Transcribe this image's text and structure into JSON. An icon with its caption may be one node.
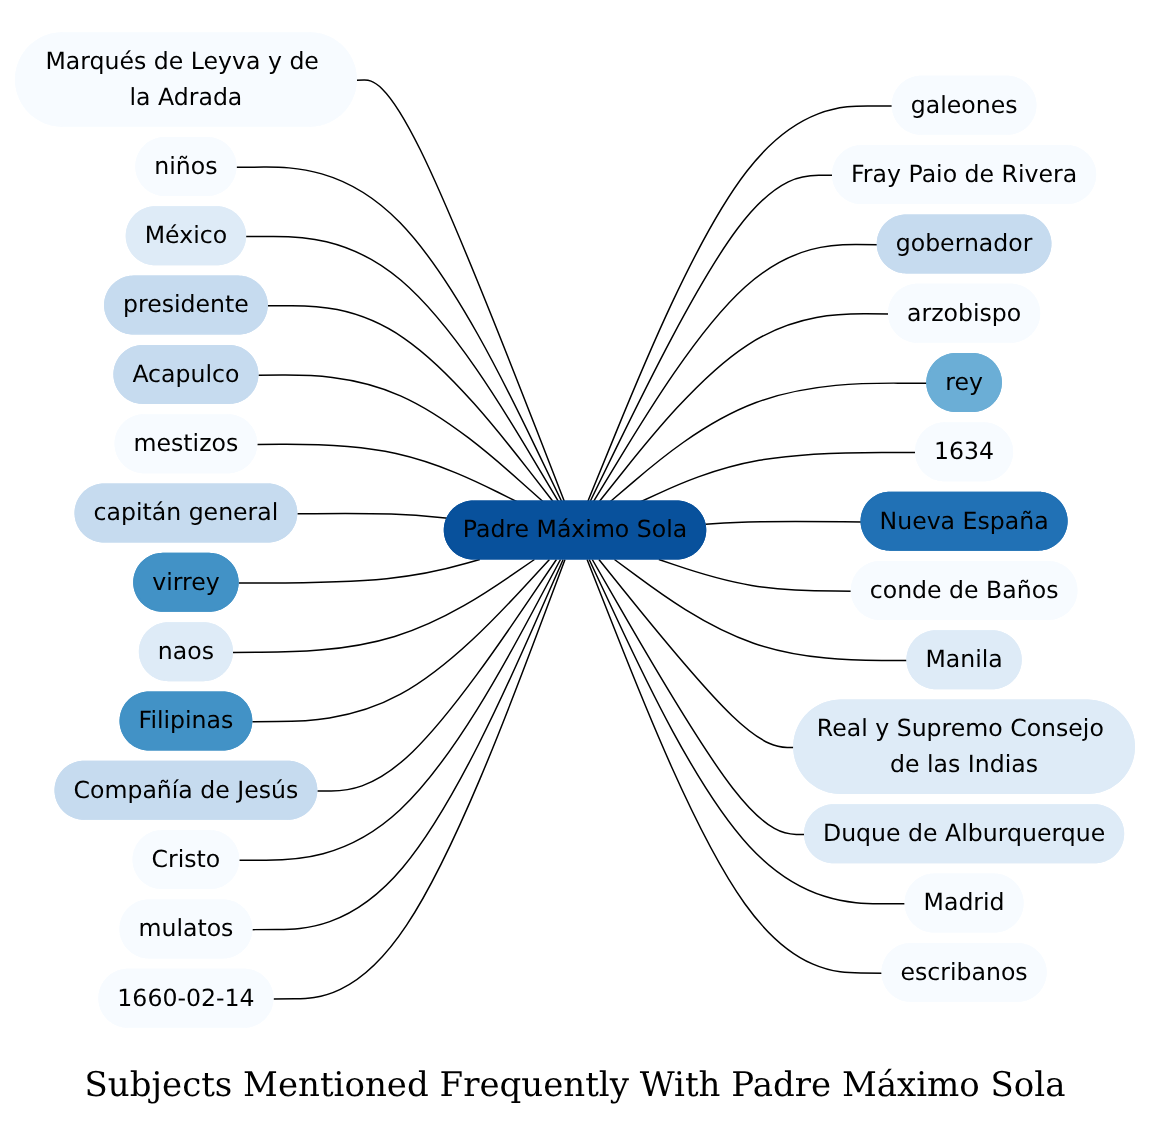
{
  "diagram": {
    "title": "Subjects Mentioned Frequently With Padre Máximo Sola",
    "nodes": [
      {
        "text": [
          "Padre Máximo Sola"
        ]
      },
      {
        "text": [
          "Marqués de Leyva y de la Adrada"
        ]
      },
      {
        "text": [
          "niños"
        ]
      },
      {
        "text": [
          "galeones"
        ]
      },
      {
        "text": [
          "Fray Paio de Rivera"
        ]
      },
      {
        "text": [
          "México"
        ]
      },
      {
        "text": [
          "presidente"
        ]
      },
      {
        "text": [
          "Acapulco"
        ]
      },
      {
        "text": [
          "gobernador"
        ]
      },
      {
        "text": [
          "arzobispo"
        ]
      },
      {
        "text": [
          "mestizos"
        ]
      },
      {
        "text": [
          "capitán general"
        ]
      },
      {
        "text": [
          "virrey"
        ]
      },
      {
        "text": [
          "rey"
        ]
      },
      {
        "text": [
          "1634"
        ]
      },
      {
        "text": [
          "naos"
        ]
      },
      {
        "text": [
          "Nueva España"
        ]
      },
      {
        "text": [
          "Filipinas"
        ]
      },
      {
        "text": [
          "Compañía de Jesús"
        ]
      },
      {
        "text": [
          "conde de Baños"
        ]
      },
      {
        "text": [
          "Cristo"
        ]
      },
      {
        "text": [
          "Manila"
        ]
      },
      {
        "text": [
          "Real y Supremo Consejo de las Indias"
        ]
      },
      {
        "text": [
          "Duque de Alburquerque"
        ]
      },
      {
        "text": [
          "mulatos"
        ]
      },
      {
        "text": [
          "Madrid"
        ]
      },
      {
        "text": [
          "1660-02-14"
        ]
      },
      {
        "text": [
          "escribanos"
        ]
      }
    ],
    "edges": [
      {
        "from": 1,
        "to": 0,
        "arrow": "none"
      },
      {
        "from": 2,
        "to": 0,
        "arrow": "none"
      },
      {
        "from": 0,
        "to": 3,
        "arrow": "none"
      },
      {
        "from": 0,
        "to": 4,
        "arrow": "none"
      },
      {
        "from": 5,
        "to": 0,
        "arrow": "none"
      },
      {
        "from": 6,
        "to": 0,
        "arrow": "none"
      },
      {
        "from": 7,
        "to": 0,
        "arrow": "none"
      },
      {
        "from": 0,
        "to": 8,
        "arrow": "none"
      },
      {
        "from": 0,
        "to": 9,
        "arrow": "none"
      },
      {
        "from": 10,
        "to": 0,
        "arrow": "none"
      },
      {
        "from": 11,
        "to": 0,
        "arrow": "none"
      },
      {
        "from": 12,
        "to": 0,
        "arrow": "none"
      },
      {
        "from": 0,
        "to": 13,
        "arrow": "none"
      },
      {
        "from": 0,
        "to": 14,
        "arrow": "none"
      },
      {
        "from": 15,
        "to": 0,
        "arrow": "none"
      },
      {
        "from": 0,
        "to": 16,
        "arrow": "none"
      },
      {
        "from": 17,
        "to": 0,
        "arrow": "none"
      },
      {
        "from": 18,
        "to": 0,
        "arrow": "none"
      },
      {
        "from": 0,
        "to": 19,
        "arrow": "none"
      },
      {
        "from": 20,
        "to": 0,
        "arrow": "none"
      },
      {
        "from": 0,
        "to": 21,
        "arrow": "none"
      },
      {
        "from": 0,
        "to": 22,
        "arrow": "none"
      },
      {
        "from": 0,
        "to": 23,
        "arrow": "none"
      },
      {
        "from": 24,
        "to": 0,
        "arrow": "none"
      },
      {
        "from": 0,
        "to": 25,
        "arrow": "none"
      },
      {
        "from": 26,
        "to": 0,
        "arrow": "none"
      },
      {
        "from": 0,
        "to": 27,
        "arrow": "none"
      }
    ]
  }
}
